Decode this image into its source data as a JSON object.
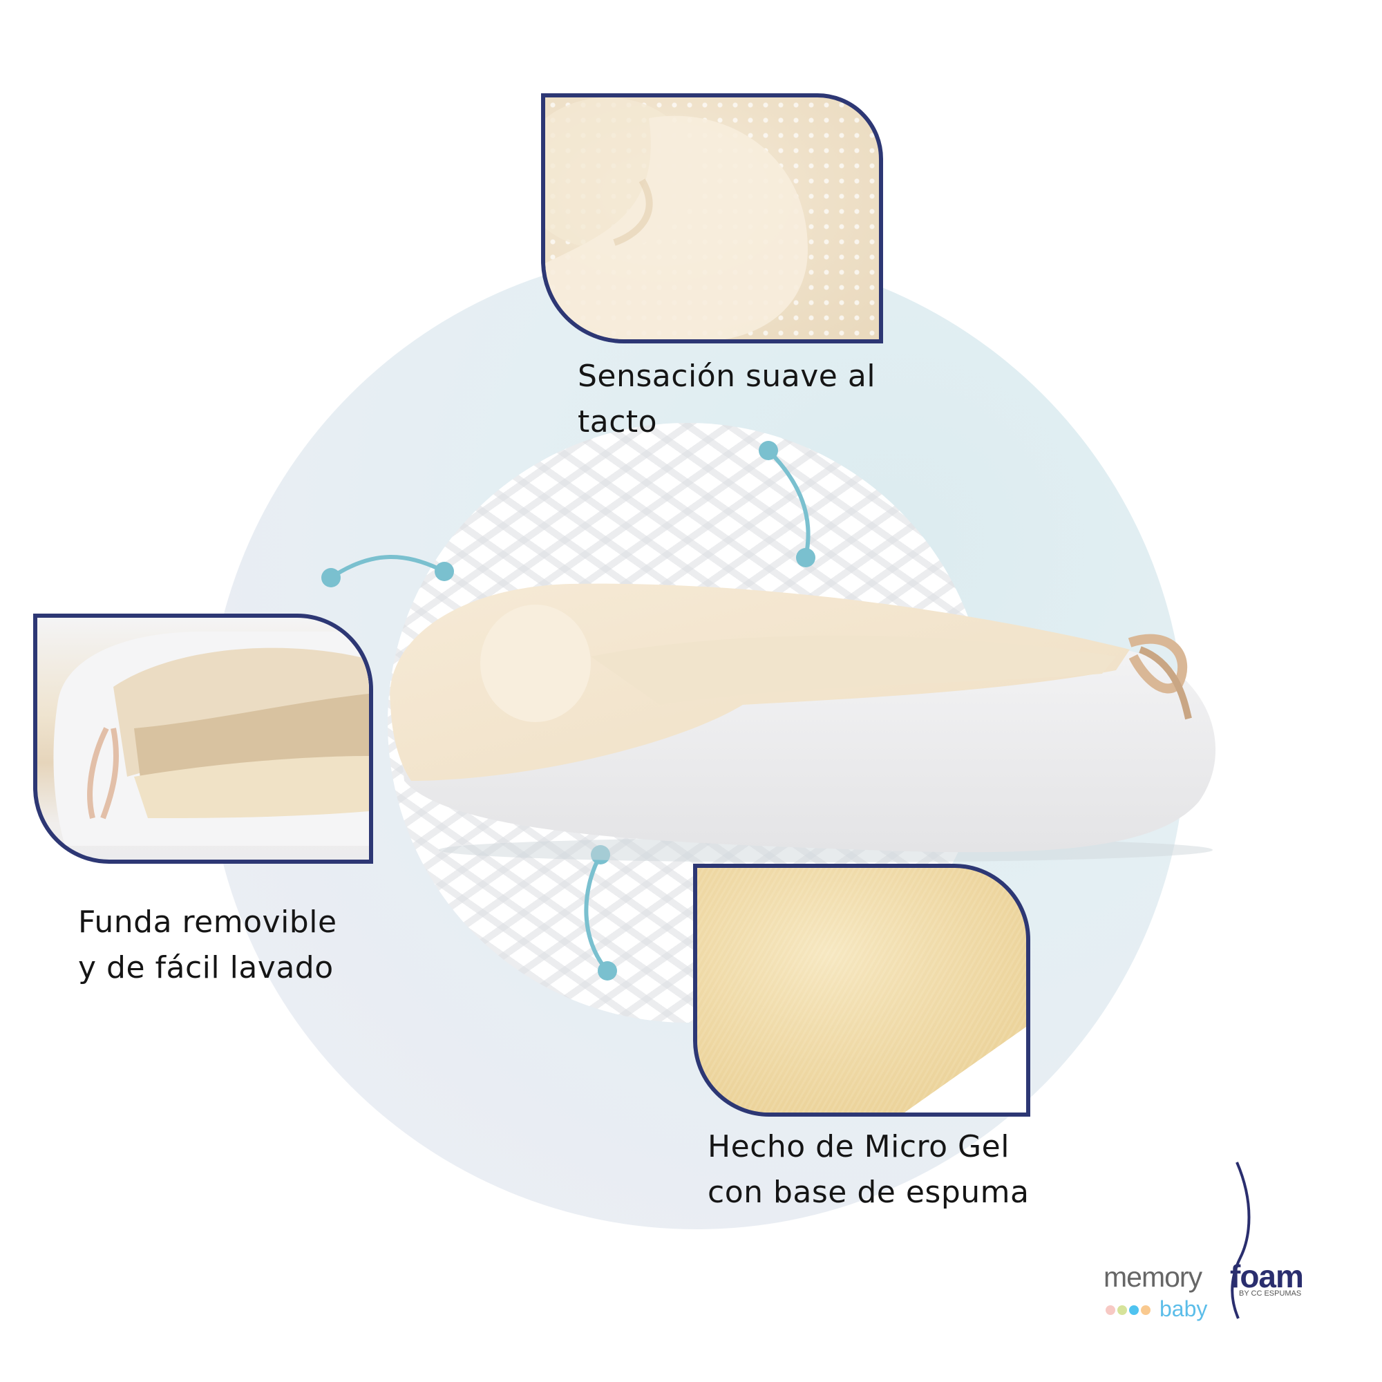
{
  "features": [
    {
      "id": "soft-touch",
      "lines": [
        "Sensación suave al",
        "tacto"
      ]
    },
    {
      "id": "removable-cover",
      "lines": [
        "Funda removible",
        "y de fácil lavado"
      ]
    },
    {
      "id": "micro-gel",
      "lines": [
        "Hecho de Micro Gel",
        "con base de espuma"
      ]
    }
  ],
  "brand": {
    "word1": "memory",
    "word2": "foam",
    "tagline": "BY CC ESPUMAS",
    "sub": "baby",
    "dot_colors": [
      "#f7c9c4",
      "#d6e39a",
      "#4fc3f0",
      "#f9c98f"
    ]
  },
  "colors": {
    "frame": "#2d3774",
    "connector": "#7ac0cf",
    "text": "#151515",
    "brand_navy": "#2a2e6e",
    "brand_gray": "#666666",
    "brand_baby": "#5bbde9"
  },
  "icons": {
    "connector": "curved-line-with-dots",
    "product": "baby-nest-lounger"
  }
}
